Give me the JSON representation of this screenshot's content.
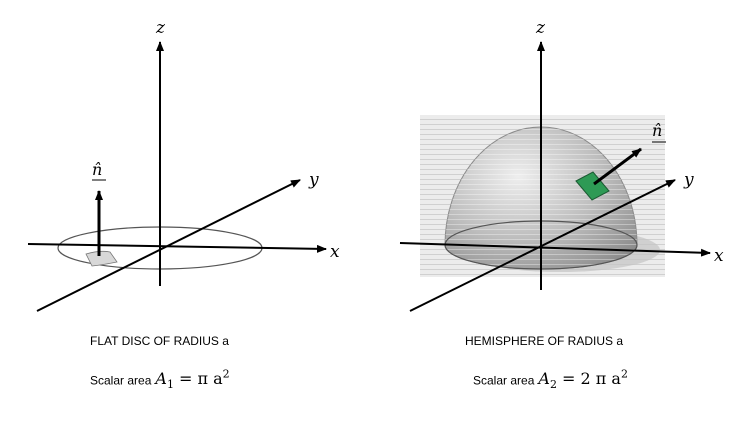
{
  "left_panel": {
    "axis_x": "x",
    "axis_y": "y",
    "axis_z": "z",
    "normal_label": "n̂",
    "caption": "FLAT DISC OF RADIUS  a",
    "area_label": "Scalar area",
    "area_symbol": "A",
    "area_subscript": "1",
    "area_rhs": "= π a",
    "area_exponent": "2"
  },
  "right_panel": {
    "axis_x": "x",
    "axis_y": "y",
    "axis_z": "z",
    "normal_label": "n̂",
    "caption": "HEMISPHERE OF RADIUS a",
    "area_label": "Scalar area",
    "area_symbol": "A",
    "area_subscript": "2",
    "area_rhs": "= 2 π a",
    "area_exponent": "2"
  },
  "colors": {
    "axis": "#000000",
    "disc_outline": "#555555",
    "patch_fill_disc": "#d8d8d8",
    "patch_fill_hemisphere": "#2e9a55",
    "hemisphere_fill": "#b9b9b9",
    "backdrop": "#e8e8e8"
  }
}
